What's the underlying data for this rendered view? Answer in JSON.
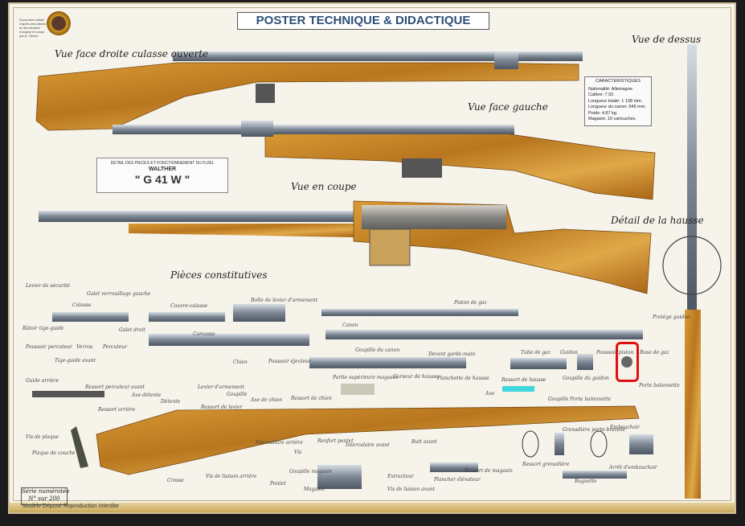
{
  "poster": {
    "title": "POSTER TECHNIQUE & DIDACTIQUE",
    "logo_note": "Document réalisé d'après des pièces et des dessins d'origine et conçu par A. Tisserr",
    "footer": "Modèle Déposé Reproduction Interdite",
    "serie": {
      "line1": "Série numérotée",
      "line2": "N° sur 200"
    }
  },
  "views": {
    "right": "Vue face droite culasse ouverte",
    "left": "Vue face gauche",
    "cut": "Vue en coupe",
    "top": "Vue de dessus",
    "sight": "Détail de la hausse",
    "parts": "Pièces constitutives"
  },
  "detail_box": {
    "line1": "DETAIL DES PIECES ET FONCTIONNEMENT DU FUSIL",
    "line2": "WALTHER",
    "line3": "\" G 41 W \""
  },
  "characteristics": {
    "heading": "CARACTERISTIQUES",
    "rows": [
      "Nationalité: Allemagne.",
      "Calibre:  7,92.",
      "Longueur totale: 1 138 mm.",
      "Longueur du canon: 545 mm.",
      "Poids:   4,87 kg.",
      "Magasin: 10 cartouches."
    ]
  },
  "parts": [
    "Levier de sécurité",
    "Galet verrouillage gauche",
    "Culasse",
    "Bâtoir tige-guide",
    "Galet droit",
    "Poussoir percuteur",
    "Verrou",
    "Percuteur",
    "Tige-guide avant",
    "Guide arrière",
    "Ressort percuteur avant",
    "Ressort arrière",
    "Couvre-culasse",
    "Boîte de levier d'armement",
    "Carcasse",
    "Axe détente",
    "Détente",
    "Levier d'armement",
    "Goupille",
    "Chien",
    "Axe de chien",
    "Poussoir éjecteur",
    "Ressort de chien",
    "Ressort de levier",
    "Piston de gaz",
    "Canon",
    "Goupille du canon",
    "Devant garde-main",
    "Partie supérieure magasin",
    "Curseur de hausse",
    "Planchette de hausse",
    "Axe",
    "Ressort de hausse",
    "Tube de gaz",
    "Guidon",
    "Goupille du guidon",
    "Protège guidon",
    "Poussoir piston",
    "Buse de gaz",
    "Porte baïonnette",
    "Goupille Porte baïonnette",
    "Intercalaire arrière",
    "Vis",
    "Renfort pontet",
    "Intercalaire avant",
    "Butt avant",
    "Grenadière porte-bretelle",
    "Embouchoir",
    "Ressort grenadière",
    "Arrêt d'embouchoir",
    "Baguette",
    "Ressort de magasin",
    "Plancher élévateur",
    "Extracteur",
    "Vis de liaison avant",
    "Magasin",
    "Goupille magasin",
    "Pontet",
    "Vis de liaison arrière",
    "Crosse",
    "Vis de plaque",
    "Plaque de couche"
  ],
  "colors": {
    "highlight": "#e01010",
    "title": "#2d4f78",
    "wood": "#c98a2a",
    "steel": "#8f99a6"
  }
}
